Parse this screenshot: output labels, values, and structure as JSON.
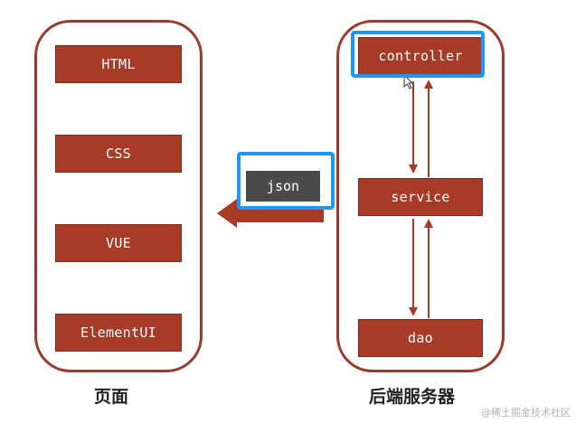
{
  "colors": {
    "box_fill": "#a83a28",
    "panel_border": "#9b3a2c",
    "highlight": "#2196f3",
    "json_fill": "#4a4a4a"
  },
  "frontend": {
    "title": "页面",
    "items": [
      "HTML",
      "CSS",
      "VUE",
      "ElementUI"
    ]
  },
  "backend": {
    "title": "后端服务器",
    "controller": "controller",
    "service": "service",
    "dao": "dao"
  },
  "transfer": {
    "label": "json"
  },
  "icons": {
    "cursor": "mouse-pointer-icon"
  },
  "watermark": "@稀土掘金技术社区"
}
